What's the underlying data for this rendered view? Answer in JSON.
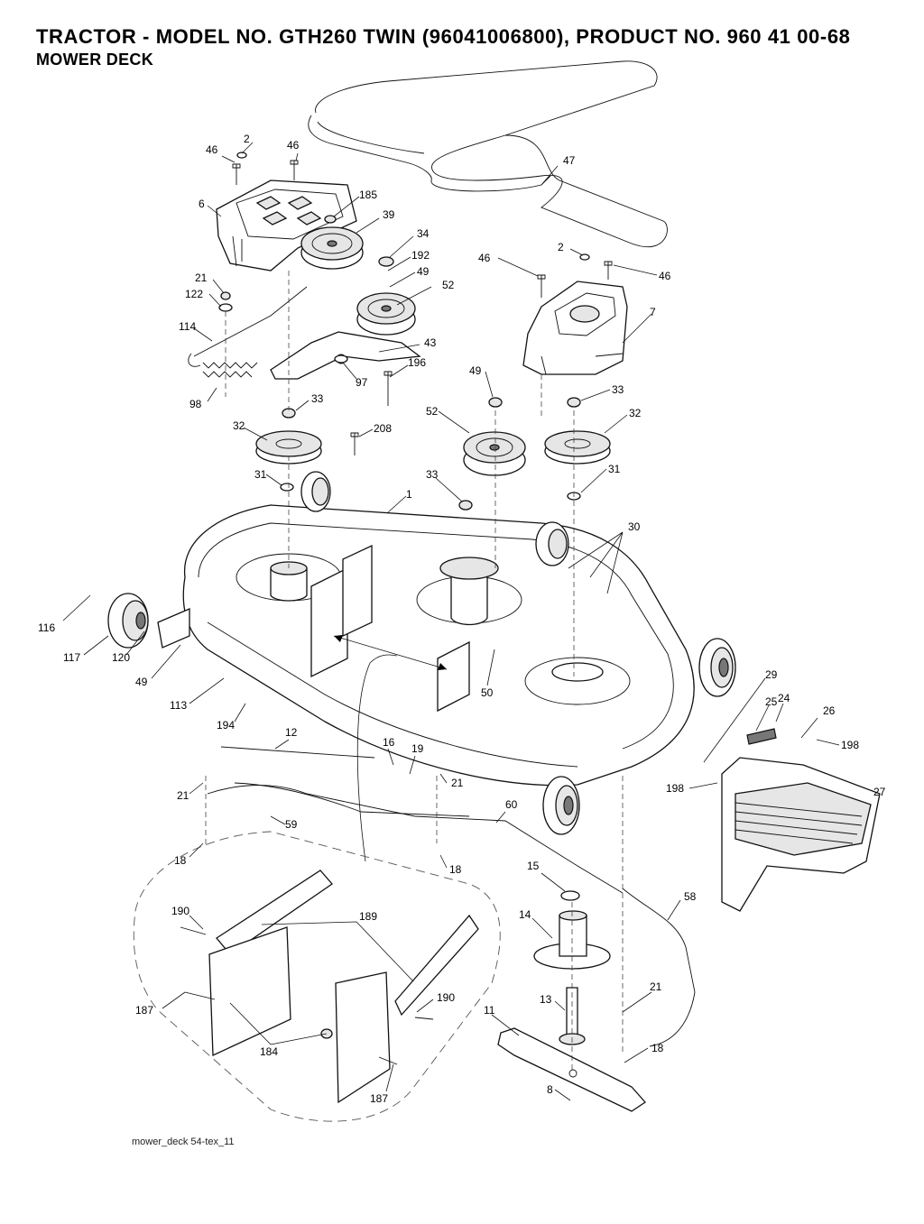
{
  "header": {
    "title": "TRACTOR - MODEL NO. GTH260 TWIN (96041006800), PRODUCT NO. 960 41 00-68",
    "subtitle": "MOWER DECK"
  },
  "footer": {
    "drawing_id": "mower_deck 54-tex_11"
  },
  "callouts": {
    "c46a": "46",
    "c2a": "2",
    "c46b": "46",
    "c185": "185",
    "c6": "6",
    "c39": "39",
    "c34": "34",
    "c192": "192",
    "c49a": "49",
    "c52a": "52",
    "c21a": "21",
    "c122": "122",
    "c114": "114",
    "c43": "43",
    "c97": "97",
    "c196": "196",
    "c98": "98",
    "c33a": "33",
    "c32a": "32",
    "c208": "208",
    "c31a": "31",
    "c1": "1",
    "c46c": "46",
    "c2b": "2",
    "c46d": "46",
    "c7": "7",
    "c49b": "49",
    "c33b": "33",
    "c52b": "52",
    "c32b": "32",
    "c33c": "33",
    "c31b": "31",
    "c30": "30",
    "c116": "116",
    "c117": "117",
    "c120": "120",
    "c49c": "49",
    "c113": "113",
    "c194": "194",
    "c50": "50",
    "c29": "29",
    "c25": "25",
    "c24": "24",
    "c26": "26",
    "c198a": "198",
    "c12": "12",
    "c16": "16",
    "c19": "19",
    "c21b": "21",
    "c21c": "21",
    "c198b": "198",
    "c27": "27",
    "c60": "60",
    "c59": "59",
    "c18a": "18",
    "c18b": "18",
    "c15": "15",
    "c58": "58",
    "c190a": "190",
    "c189": "189",
    "c14": "14",
    "c190b": "190",
    "c187a": "187",
    "c21d": "21",
    "c13": "13",
    "c184": "184",
    "c11": "11",
    "c18c": "18",
    "c187b": "187",
    "c8": "8",
    "c47": "47"
  }
}
